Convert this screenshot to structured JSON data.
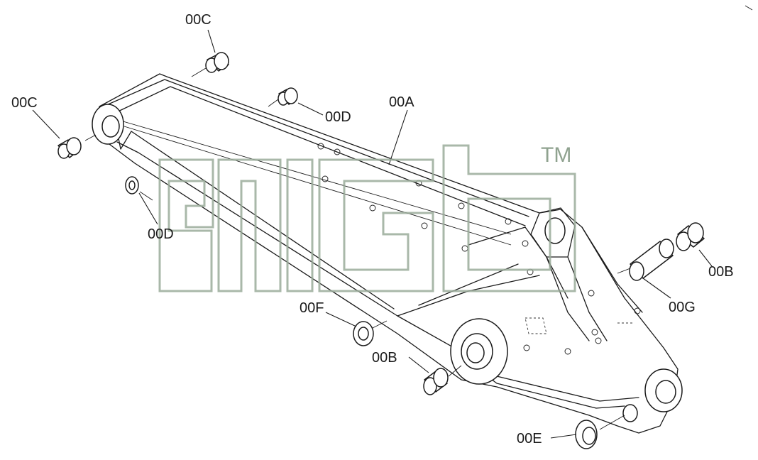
{
  "callouts": {
    "c_top": "00C",
    "c_left": "00C",
    "d_top": "00D",
    "a": "00A",
    "d_left": "00D",
    "b_right": "00B",
    "g": "00G",
    "f": "00F",
    "b_mid": "00B",
    "e": "00E"
  },
  "watermark": {
    "trademark": "TM"
  },
  "colors": {
    "line": "#1a1a1a",
    "watermark": "#8fa28f"
  }
}
